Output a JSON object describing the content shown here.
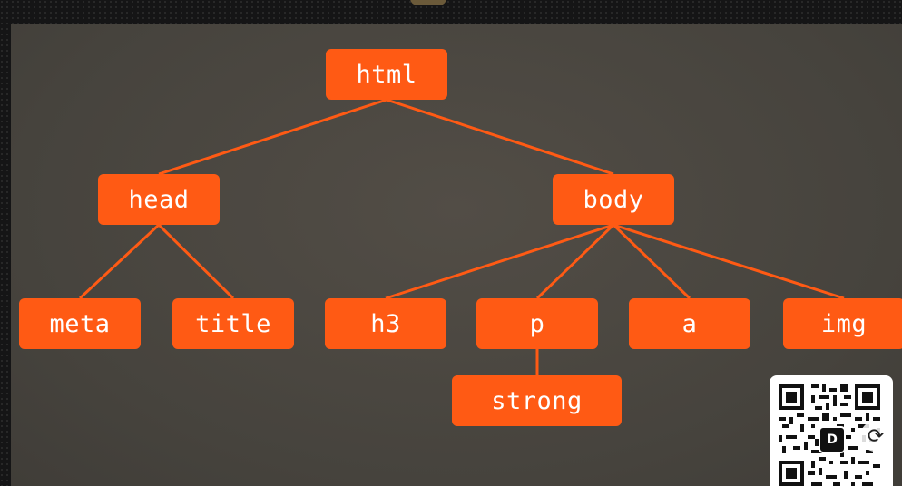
{
  "diagram": {
    "nodes": [
      {
        "id": "html",
        "label": "html"
      },
      {
        "id": "head",
        "label": "head"
      },
      {
        "id": "body",
        "label": "body"
      },
      {
        "id": "meta",
        "label": "meta"
      },
      {
        "id": "title",
        "label": "title"
      },
      {
        "id": "h3",
        "label": "h3"
      },
      {
        "id": "p",
        "label": "p"
      },
      {
        "id": "a",
        "label": "a"
      },
      {
        "id": "img",
        "label": "img"
      },
      {
        "id": "strong",
        "label": "strong"
      }
    ],
    "edges": [
      [
        "html",
        "head"
      ],
      [
        "html",
        "body"
      ],
      [
        "head",
        "meta"
      ],
      [
        "head",
        "title"
      ],
      [
        "body",
        "h3"
      ],
      [
        "body",
        "p"
      ],
      [
        "body",
        "a"
      ],
      [
        "body",
        "img"
      ],
      [
        "p",
        "strong"
      ]
    ]
  },
  "colors": {
    "node_fill": "#ff5a14",
    "edge_stroke": "#ff5a14",
    "node_text": "#ffffff",
    "slide_background": "#4a4640"
  },
  "overlay": {
    "qr_code_icon": "qr-code-icon",
    "badge_label": "D",
    "refresh_icon": "refresh-icon"
  }
}
